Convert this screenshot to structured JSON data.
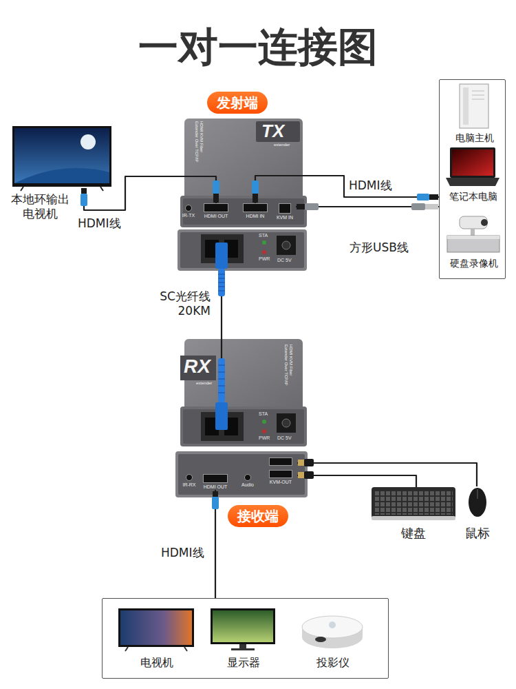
{
  "diagram": {
    "title": "一对一连接图",
    "nodes": [
      {
        "text": [
          "发射端"
        ]
      },
      {
        "text": [
          "本地环输出 电视机"
        ]
      },
      {
        "text": [
          "TX",
          "extender",
          "HDMI KVM Fiber Extender Over TCP/IP"
        ]
      },
      {
        "text": [
          "IR-TX"
        ],
        "in": 2
      },
      {
        "text": [
          "HDMI OUT"
        ],
        "in": 2
      },
      {
        "text": [
          "HDMI IN"
        ],
        "in": 2
      },
      {
        "text": [
          "KVM IN"
        ],
        "in": 2
      },
      {
        "text": []
      },
      {
        "text": [
          "电脑主机"
        ],
        "in": 7
      },
      {
        "text": [
          "笔记本电脑"
        ],
        "in": 7
      },
      {
        "text": [
          "硬盘录像机"
        ],
        "in": 7
      },
      {
        "text": [
          "RX",
          "extender",
          "HDMI KVM Fiber Extender Over TCP/IP"
        ]
      },
      {
        "text": [
          "IR-RX"
        ],
        "in": 11
      },
      {
        "text": [
          "HDMI OUT"
        ],
        "in": 11
      },
      {
        "text": [
          "Audio"
        ],
        "in": 11
      },
      {
        "text": [
          "KVM-OUT"
        ],
        "in": 11
      },
      {
        "text": [
          "接收端"
        ]
      },
      {
        "text": [
          "键盘"
        ]
      },
      {
        "text": [
          "鼠标"
        ]
      },
      {
        "text": []
      },
      {
        "text": [
          "电视机"
        ],
        "in": 19
      },
      {
        "text": [
          "显示器"
        ],
        "in": 19
      },
      {
        "text": [
          "投影仪"
        ],
        "in": 19
      }
    ],
    "edges": [
      {
        "from": 4,
        "to": 1,
        "label": "HDMI线",
        "arrow": "none"
      },
      {
        "from": 7,
        "to": 5,
        "label": "HDMI线",
        "arrow": "none"
      },
      {
        "from": 7,
        "to": 6,
        "label": "方形USB线",
        "arrow": "none"
      },
      {
        "from": 2,
        "to": 11,
        "label": "SC光纤线 20KM",
        "arrow": "none"
      },
      {
        "from": 15,
        "to": 17,
        "arrow": "none"
      },
      {
        "from": 15,
        "to": 18,
        "arrow": "none"
      },
      {
        "from": 13,
        "to": 19,
        "label": "HDMI线",
        "arrow": "none"
      }
    ],
    "labels": [
      "STA",
      "PWR",
      "DC 5V",
      "STA",
      "PWR",
      "DC 5V"
    ]
  }
}
